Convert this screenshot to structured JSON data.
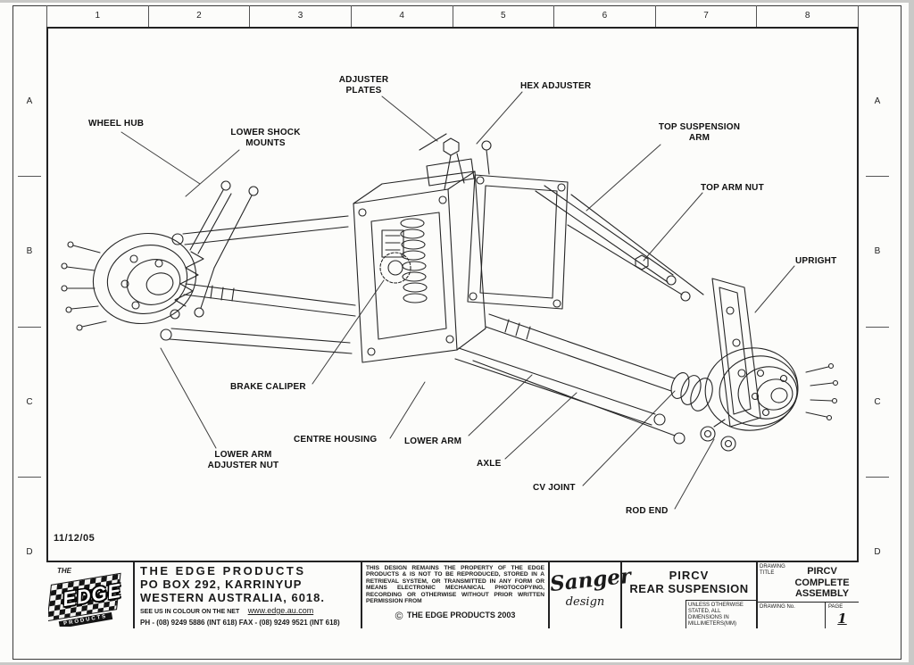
{
  "sheet": {
    "date": "11/12/05"
  },
  "frame": {
    "columns": [
      "1",
      "2",
      "3",
      "4",
      "5",
      "6",
      "7",
      "8"
    ],
    "rows": [
      "A",
      "B",
      "C",
      "D"
    ]
  },
  "part_labels": [
    {
      "id": "wheel-hub",
      "text": "WHEEL HUB"
    },
    {
      "id": "lower-shock-mounts",
      "text": "LOWER SHOCK MOUNTS"
    },
    {
      "id": "adjuster-plates",
      "text": "ADJUSTER PLATES"
    },
    {
      "id": "hex-adjuster",
      "text": "HEX ADJUSTER"
    },
    {
      "id": "top-suspension-arm",
      "text": "TOP SUSPENSION ARM"
    },
    {
      "id": "top-arm-nut",
      "text": "TOP ARM NUT"
    },
    {
      "id": "upright",
      "text": "UPRIGHT"
    },
    {
      "id": "brake-caliper",
      "text": "BRAKE CALIPER"
    },
    {
      "id": "centre-housing",
      "text": "CENTRE HOUSING"
    },
    {
      "id": "lower-arm",
      "text": "LOWER ARM"
    },
    {
      "id": "axle",
      "text": "AXLE"
    },
    {
      "id": "cv-joint",
      "text": "CV JOINT"
    },
    {
      "id": "rod-end",
      "text": "ROD END"
    },
    {
      "id": "lower-arm-adjuster-nut",
      "text": "LOWER ARM ADJUSTER NUT"
    }
  ],
  "title_block": {
    "logo_the": "THE",
    "logo_edge": "EDGE",
    "logo_products": "PRODUCTS",
    "company_name": "THE EDGE PRODUCTS",
    "address_line1": "PO BOX 292, KARRINYUP",
    "address_line2": "WESTERN AUSTRALIA, 6018.",
    "web_label": "SEE US IN COLOUR ON THE NET",
    "web_url": "www.edge.au.com",
    "phone_fax": "PH - (08) 9249 5886 (INT 618)   FAX - (08) 9249 9521 (INT 618)",
    "legal_text": "THIS DESIGN REMAINS THE PROPERTY OF THE EDGE PRODUCTS & IS NOT TO BE REPRODUCED, STORED IN A RETRIEVAL SYSTEM, OR TRANSMITTED IN ANY FORM OR MEANS ELECTRONIC MECHANICAL PHOTOCOPYING, RECORDING OR OTHERWISE WITHOUT PRIOR WRITTEN PERMISSION FROM",
    "copyright_symbol": "©",
    "copyright_text": "THE EDGE PRODUCTS 2003",
    "designer_name": "Sanger",
    "designer_sub": "design",
    "product_line1": "PIRCV",
    "product_line2": "REAR SUSPENSION",
    "units_note": "UNLESS OTHERWISE STATED, ALL DIMENSIONS IN MILLIMETERS(MM)",
    "drawing_title_label": "DRAWING TITLE",
    "drawing_title": "PIRCV COMPLETE ASSEMBLY",
    "drawing_no_label": "DRAWING No.",
    "page_label": "PAGE",
    "page_number": "1"
  }
}
